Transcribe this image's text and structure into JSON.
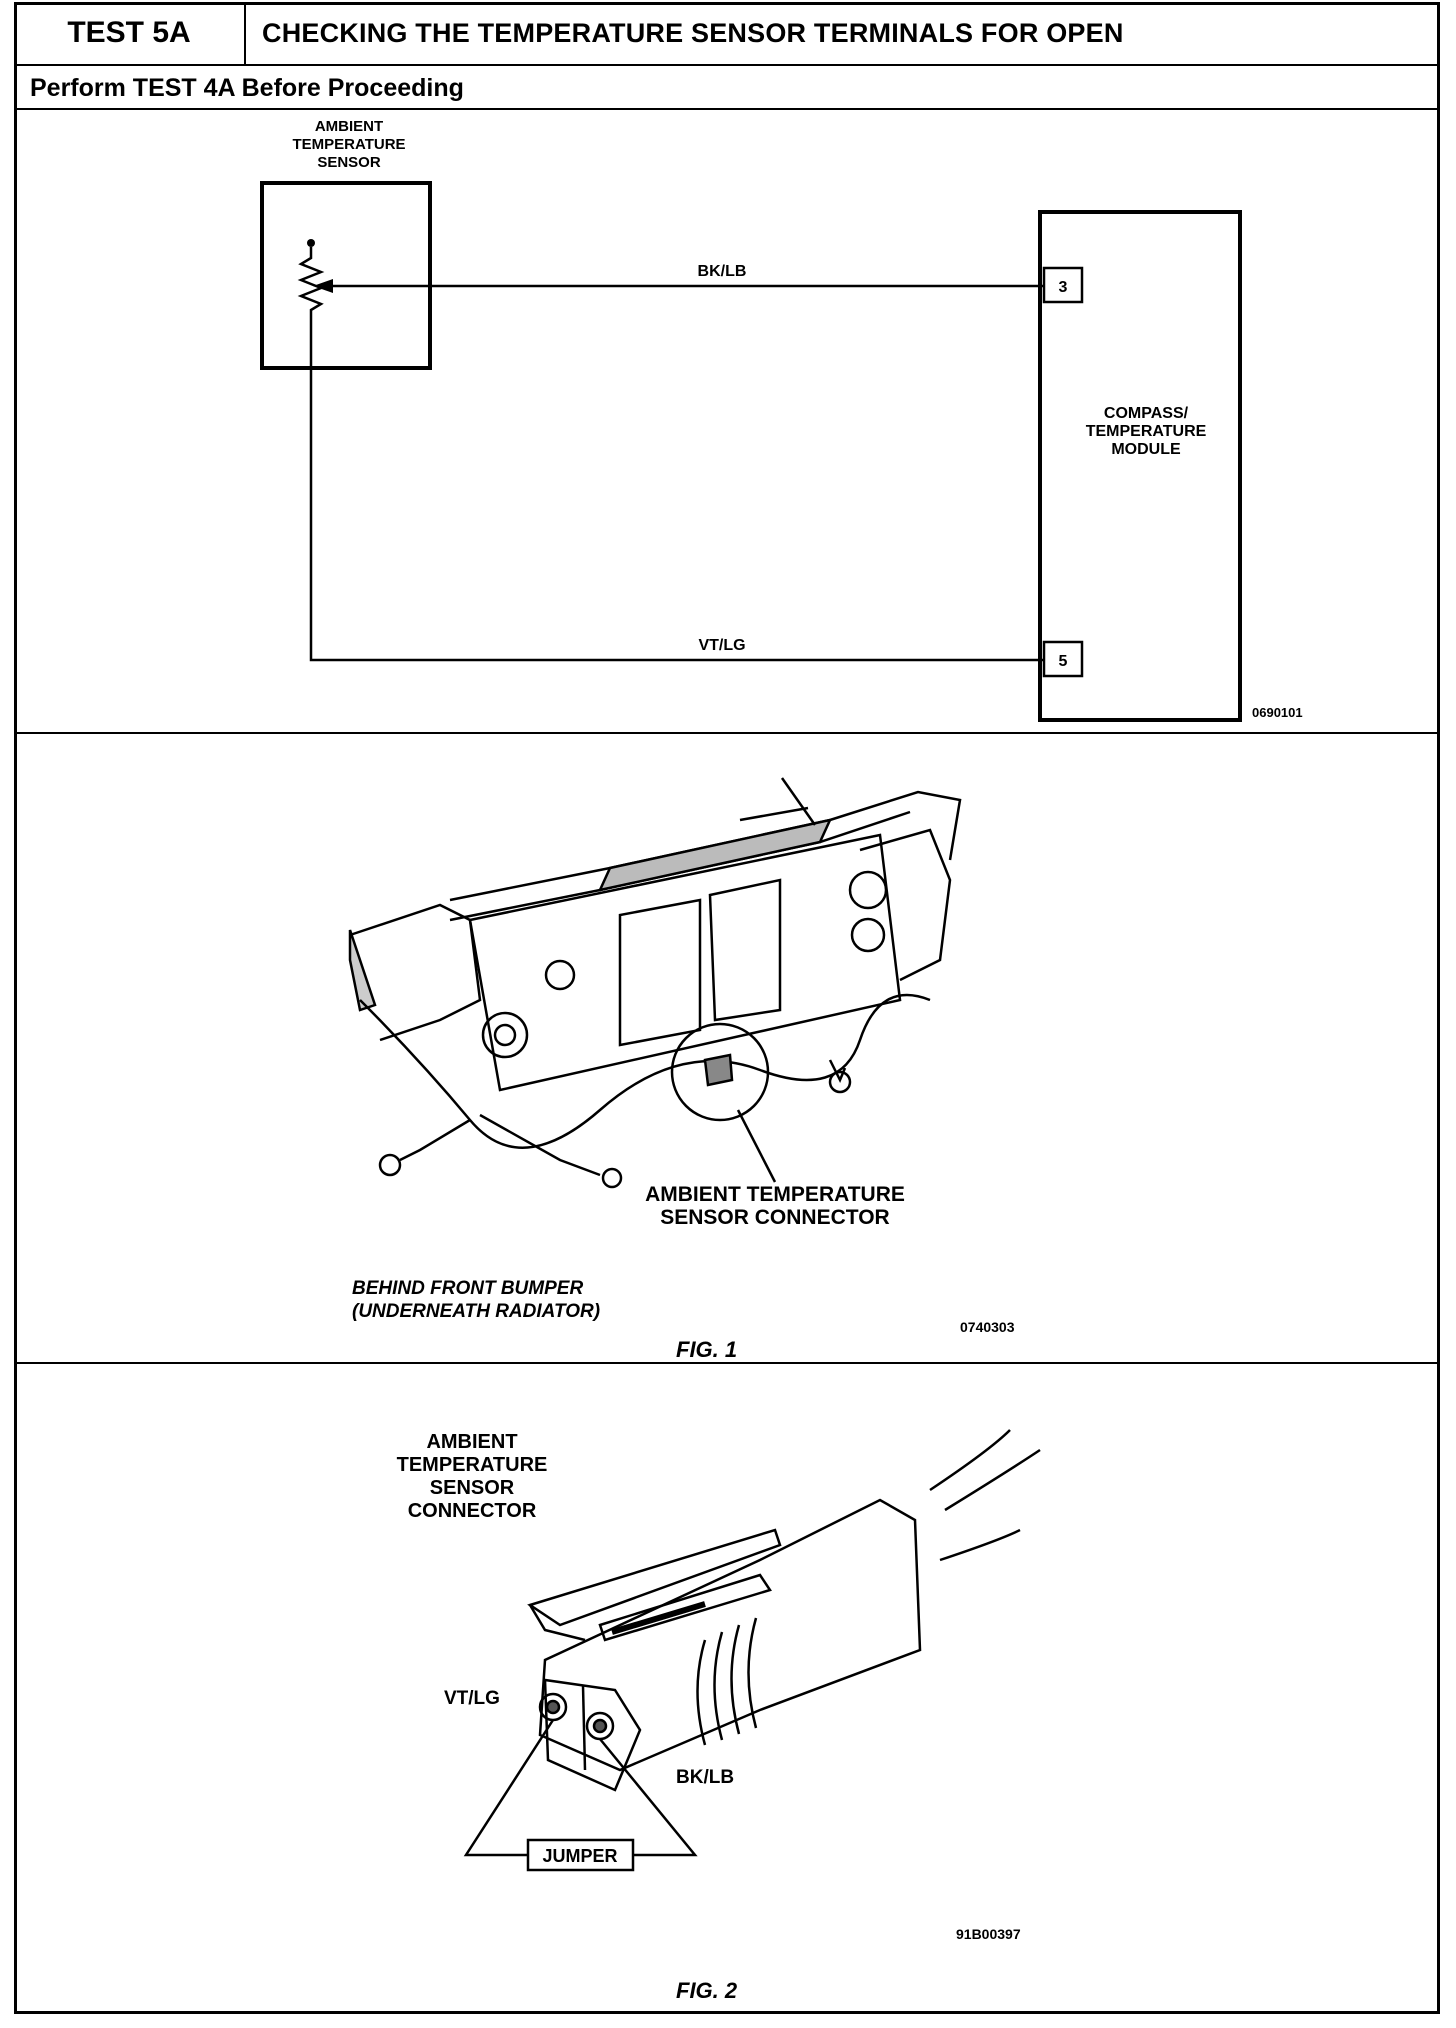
{
  "header": {
    "test_id": "TEST 5A",
    "title": "CHECKING THE TEMPERATURE SENSOR TERMINALS FOR OPEN",
    "prerequisite": "Perform TEST 4A Before Proceeding"
  },
  "schematic": {
    "sensor_label": [
      "AMBIENT",
      "TEMPERATURE",
      "SENSOR"
    ],
    "module_label": [
      "COMPASS/",
      "TEMPERATURE",
      "MODULE"
    ],
    "wire_top": "BK/LB",
    "wire_bottom": "VT/LG",
    "pin_top": "3",
    "pin_bottom": "5",
    "code": "0690101"
  },
  "fig1": {
    "callout": [
      "AMBIENT TEMPERATURE",
      "SENSOR CONNECTOR"
    ],
    "location": [
      "BEHIND FRONT BUMPER",
      "(UNDERNEATH RADIATOR)"
    ],
    "code": "0740303",
    "caption": "FIG. 1"
  },
  "fig2": {
    "connector_label": [
      "AMBIENT",
      "TEMPERATURE",
      "SENSOR",
      "CONNECTOR"
    ],
    "left_terminal": "VT/LG",
    "right_terminal": "BK/LB",
    "jumper": "JUMPER",
    "code": "91B00397",
    "caption": "FIG. 2"
  }
}
